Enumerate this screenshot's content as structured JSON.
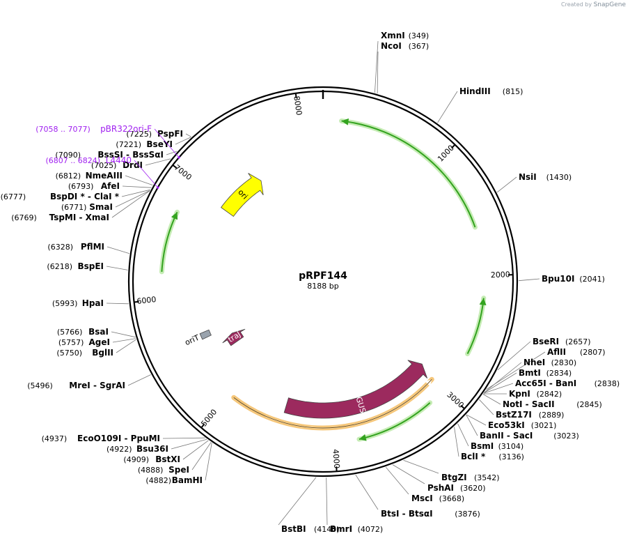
{
  "watermark": {
    "prefix": "Created by",
    "brand": "SnapGene"
  },
  "plasmid": {
    "name": "pRPF144",
    "length_label": "8188 bp",
    "total_bp": 8188
  },
  "colors": {
    "ori": "#ffff00",
    "gus": "#9c2a5e",
    "oriT": "#9aa3ad",
    "green_arrow": "#33a31f",
    "green_halo": "#c6ecb5",
    "orange_halo": "#f6c77a",
    "primer": "#a020f0"
  },
  "ticks": [
    {
      "label": "1000",
      "bp": 1000
    },
    {
      "label": "2000",
      "bp": 2000
    },
    {
      "label": "3000",
      "bp": 3000
    },
    {
      "label": "4000",
      "bp": 4000
    },
    {
      "label": "5000",
      "bp": 5000
    },
    {
      "label": "6000",
      "bp": 6000
    },
    {
      "label": "7000",
      "bp": 7000
    },
    {
      "label": "8000",
      "bp": 8000
    }
  ],
  "features": [
    {
      "name": "ori",
      "start": 6960,
      "end": 7470,
      "dir": "cw",
      "color": "ori",
      "shape": "arrow"
    },
    {
      "name": "GUS",
      "start": 2950,
      "end": 4470,
      "dir": "ccw",
      "color": "gus",
      "shape": "arrow"
    },
    {
      "name": "traJ",
      "start": 5350,
      "end": 5470,
      "dir": "cw",
      "color": "gus",
      "shape": "arrow"
    },
    {
      "name": "oriT",
      "start": 5560,
      "end": 5620,
      "dir": "none",
      "color": "oriT",
      "shape": "box"
    }
  ],
  "green_arcs": [
    {
      "start": 150,
      "end": 1600,
      "dir": "ccw"
    },
    {
      "start": 2180,
      "end": 2650,
      "dir": "ccw"
    },
    {
      "start": 3150,
      "end": 3800,
      "dir": "cw"
    },
    {
      "start": 6220,
      "end": 6720,
      "dir": "cw"
    }
  ],
  "orange_arcs": [
    {
      "start": 3000,
      "end": 4950,
      "dir": "ccw"
    }
  ],
  "primers": [
    {
      "pos": "(7058 .. 7077)",
      "name": "pBR322ori-F",
      "bp": 7067
    },
    {
      "pos": "(6807 .. 6824)",
      "name": "L4440",
      "bp": 6815
    }
  ],
  "sites_top_right": [
    {
      "name": "XmnI",
      "pos": "(349)",
      "bp": 349
    },
    {
      "name": "NcoI",
      "pos": "(367)",
      "bp": 367
    }
  ],
  "sites_right": [
    {
      "name": "HindIII",
      "pos": "(815)",
      "bp": 815
    },
    {
      "name": "NsiI",
      "pos": "(1430)",
      "bp": 1430
    },
    {
      "name": "Bpu10I",
      "pos": "(2041)",
      "bp": 2041
    }
  ],
  "sites_lower_right": [
    {
      "name": "BseRI",
      "pos": "(2657)",
      "bp": 2657
    },
    {
      "name": "AflII",
      "pos": "(2807)",
      "bp": 2807
    },
    {
      "name": "NheI",
      "pos": "(2830)",
      "bp": 2830
    },
    {
      "name": "BmtI",
      "pos": "(2834)",
      "bp": 2834
    },
    {
      "name": "Acc65I  - BanI",
      "pos": "(2838)",
      "bp": 2838
    },
    {
      "name": "KpnI",
      "pos": "(2842)",
      "bp": 2842
    },
    {
      "name": "NotI  - SacII",
      "pos": "(2845)",
      "bp": 2845
    },
    {
      "name": "BstZ17I",
      "pos": "(2889)",
      "bp": 2889
    },
    {
      "name": "Eco53kI",
      "pos": "(3021)",
      "bp": 3021
    },
    {
      "name": "BanII  - SacI",
      "pos": "(3023)",
      "bp": 3023
    },
    {
      "name": "BsmI",
      "pos": "(3104)",
      "bp": 3104
    },
    {
      "name": "BclI *",
      "pos": "(3136)",
      "bp": 3136
    }
  ],
  "sites_bottom": [
    {
      "name": "BtgZI",
      "pos": "(3542)",
      "bp": 3542
    },
    {
      "name": "PshAI",
      "pos": "(3620)",
      "bp": 3620
    },
    {
      "name": "MscI",
      "pos": "(3668)",
      "bp": 3668
    },
    {
      "name": "BtsI  - BtsαI",
      "pos": "(3876)",
      "bp": 3876
    },
    {
      "name": "BmrI",
      "pos": "(4072)",
      "bp": 4072
    },
    {
      "name": "BstBI",
      "pos": "(4140)",
      "bp": 4140
    }
  ],
  "sites_lower_left": [
    {
      "name": "EcoO109I  - PpuMI",
      "pos": "(4937)",
      "bp": 4937
    },
    {
      "name": "Bsu36I",
      "pos": "(4922)",
      "bp": 4922
    },
    {
      "name": "BstXI",
      "pos": "(4909)",
      "bp": 4909
    },
    {
      "name": "SpeI",
      "pos": "(4888)",
      "bp": 4888
    },
    {
      "name": "BamHI",
      "pos": "(4882)",
      "bp": 4882
    }
  ],
  "sites_left": [
    {
      "name": "MreI  - SgrAI",
      "pos": "(5496)",
      "bp": 5496
    },
    {
      "name": "BsaI",
      "pos": "(5766)",
      "bp": 5766
    },
    {
      "name": "AgeI",
      "pos": "(5757)",
      "bp": 5757
    },
    {
      "name": "BglII",
      "pos": "(5750)",
      "bp": 5750
    },
    {
      "name": "HpaI",
      "pos": "(5993)",
      "bp": 5993
    },
    {
      "name": "BspEI",
      "pos": "(6218)",
      "bp": 6218
    },
    {
      "name": "PflMI",
      "pos": "(6328)",
      "bp": 6328
    }
  ],
  "sites_upper_left": [
    {
      "name": "TspMI  - XmaI",
      "pos": "(6769)",
      "bp": 6769
    },
    {
      "name": "SmaI",
      "pos": "(6771)",
      "bp": 6771
    },
    {
      "name": "BspDI *  - ClaI *",
      "pos": "(6777)",
      "bp": 6777
    },
    {
      "name": "AfeI",
      "pos": "(6793)",
      "bp": 6793
    },
    {
      "name": "NmeAIII",
      "pos": "(6812)",
      "bp": 6812
    },
    {
      "name": "DrdI",
      "pos": "(7025)",
      "bp": 7025
    },
    {
      "name": "BssSI  - BssSαI",
      "pos": "(7090)",
      "bp": 7090
    },
    {
      "name": "BseYI",
      "pos": "(7221)",
      "bp": 7221
    },
    {
      "name": "PspFI",
      "pos": "(7225)",
      "bp": 7225
    }
  ]
}
